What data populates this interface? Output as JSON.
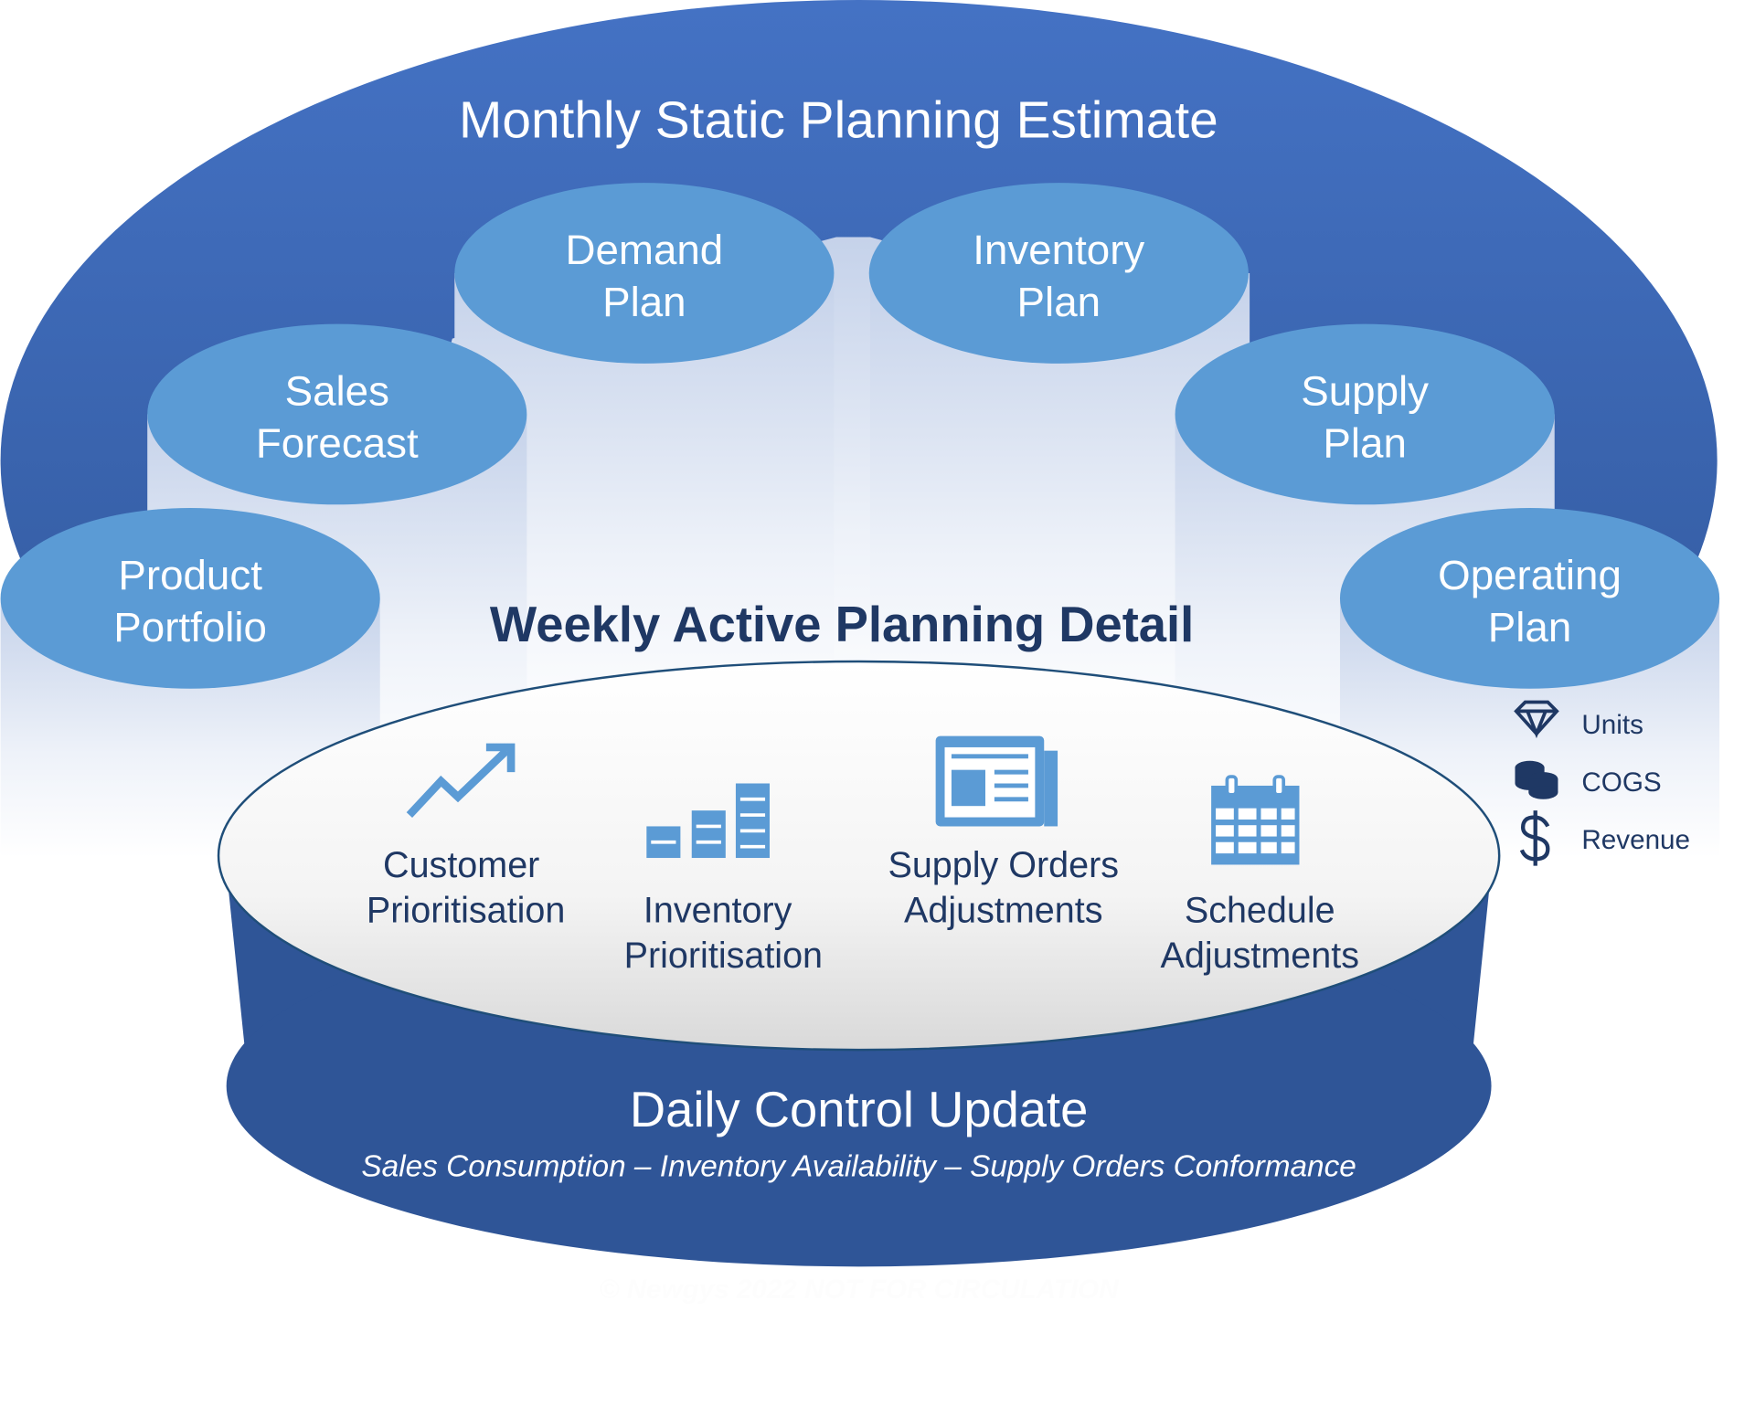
{
  "monthly_title": "Monthly Static Planning Estimate",
  "weekly_title": "Weekly Active Planning Detail",
  "plans": [
    {
      "line1": "Demand",
      "line2": "Plan"
    },
    {
      "line1": "Inventory",
      "line2": "Plan"
    },
    {
      "line1": "Sales",
      "line2": "Forecast"
    },
    {
      "line1": "Supply",
      "line2": "Plan"
    },
    {
      "line1": "Product",
      "line2": "Portfolio"
    },
    {
      "line1": "Operating",
      "line2": "Plan"
    }
  ],
  "weekly_items": [
    {
      "icon": "trend-up-icon",
      "line1": "Customer",
      "line2": "Prioritisation"
    },
    {
      "icon": "bar-stack-icon",
      "line1": "Inventory",
      "line2": "Prioritisation"
    },
    {
      "icon": "newspaper-icon",
      "line1": "Supply Orders",
      "line2": "Adjustments"
    },
    {
      "icon": "calendar-icon",
      "line1": "Schedule",
      "line2": "Adjustments"
    }
  ],
  "daily_title": "Daily Control Update",
  "daily_subtitle": "Sales Consumption – Inventory Availability – Supply Orders Conformance",
  "legend": [
    {
      "icon": "diamond-icon",
      "label": "Units"
    },
    {
      "icon": "coins-icon",
      "label": "COGS"
    },
    {
      "icon": "dollar-icon",
      "label": "Revenue"
    }
  ],
  "watermark": "© Newgys 2022 NOT FOR CIRCULATION",
  "colors": {
    "outer": "#4472c4",
    "outer_dark": "#2f5597",
    "cylinder_top": "#5b9bd5",
    "navy": "#1f3864",
    "icon_blue": "#5b9bd5"
  }
}
